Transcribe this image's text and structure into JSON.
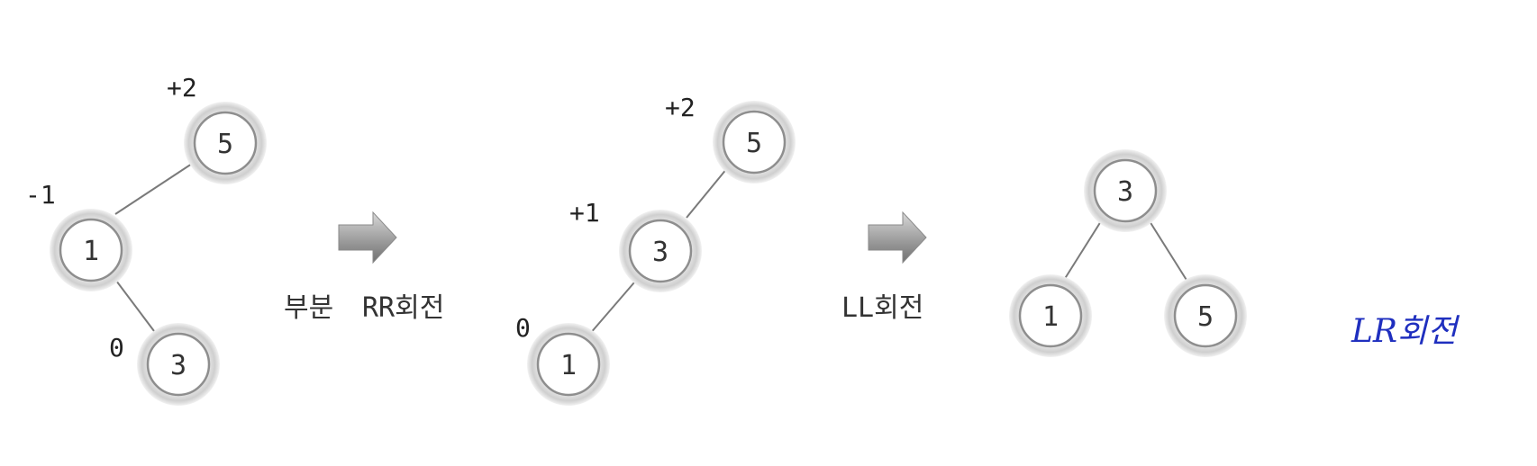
{
  "diagram": {
    "panels": [
      {
        "nodes": [
          {
            "id": "5",
            "label": "5",
            "balance": "+2"
          },
          {
            "id": "1",
            "label": "1",
            "balance": "-1"
          },
          {
            "id": "3",
            "label": "3",
            "balance": "0"
          }
        ]
      },
      {
        "nodes": [
          {
            "id": "5",
            "label": "5",
            "balance": "+2"
          },
          {
            "id": "3",
            "label": "3",
            "balance": "+1"
          },
          {
            "id": "1",
            "label": "1",
            "balance": "0"
          }
        ]
      },
      {
        "nodes": [
          {
            "id": "3",
            "label": "3"
          },
          {
            "id": "1",
            "label": "1"
          },
          {
            "id": "5",
            "label": "5"
          }
        ]
      }
    ],
    "steps": [
      {
        "label_korean": "부분",
        "label_rotation": "RR회전"
      },
      {
        "label": "LL회전"
      }
    ],
    "note": "LR회전"
  },
  "colors": {
    "ring": "#c4c4c4",
    "node_fill": "#ffffff",
    "edge": "#7a7a7a",
    "arrow_fill": "#9a9a9a",
    "note": "#1f2fbf"
  }
}
